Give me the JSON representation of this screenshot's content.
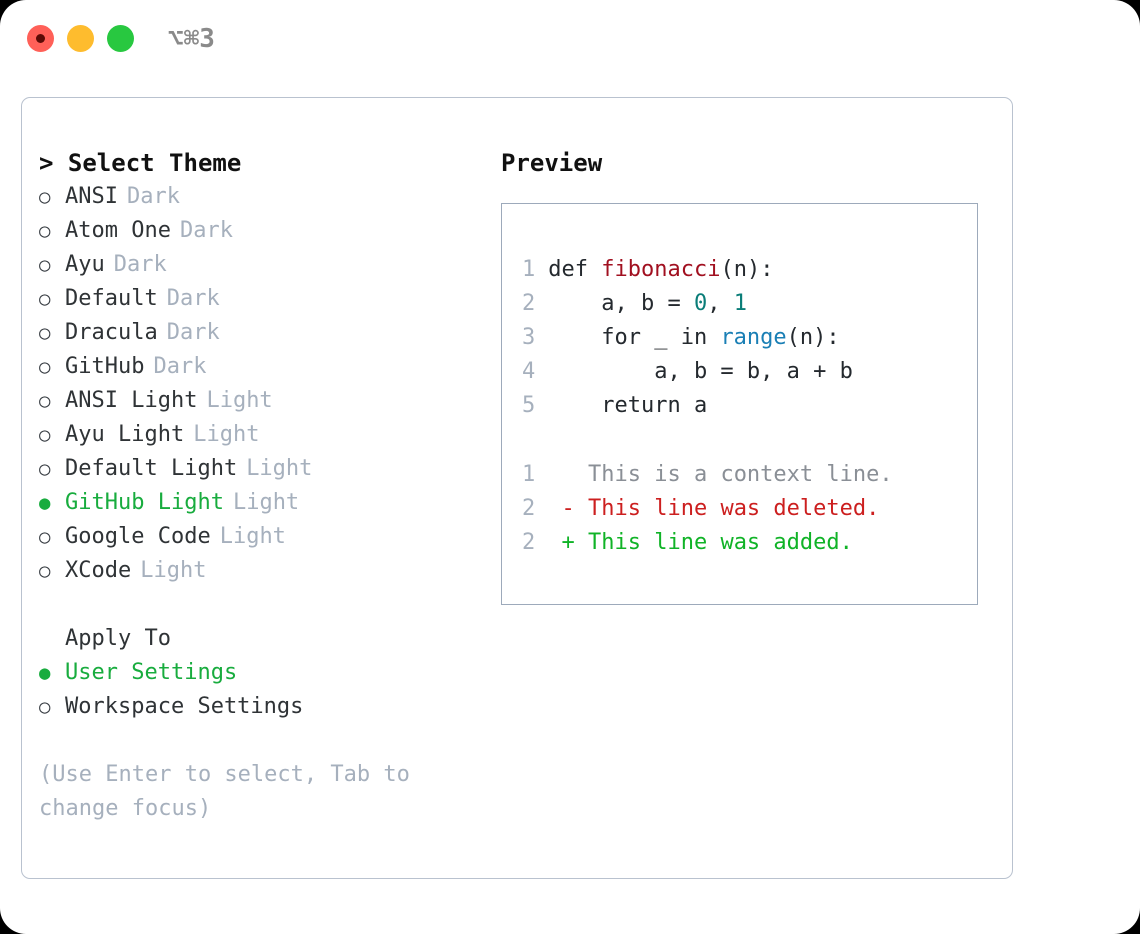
{
  "window": {
    "shortcut": "⌥⌘3",
    "traffic_lights": [
      "close-red",
      "minimize-yellow",
      "maximize-green"
    ]
  },
  "left": {
    "heading": "> Select Theme",
    "themes": [
      {
        "bullet": "○",
        "label": "ANSI",
        "tag": "Dark",
        "selected": false
      },
      {
        "bullet": "○",
        "label": "Atom One",
        "tag": "Dark",
        "selected": false
      },
      {
        "bullet": "○",
        "label": "Ayu",
        "tag": "Dark",
        "selected": false
      },
      {
        "bullet": "○",
        "label": "Default",
        "tag": "Dark",
        "selected": false
      },
      {
        "bullet": "○",
        "label": "Dracula",
        "tag": "Dark",
        "selected": false
      },
      {
        "bullet": "○",
        "label": "GitHub",
        "tag": "Dark",
        "selected": false
      },
      {
        "bullet": "○",
        "label": "ANSI Light",
        "tag": "Light",
        "selected": false
      },
      {
        "bullet": "○",
        "label": "Ayu Light",
        "tag": "Light",
        "selected": false
      },
      {
        "bullet": "○",
        "label": "Default Light",
        "tag": "Light",
        "selected": false
      },
      {
        "bullet": "●",
        "label": "GitHub Light",
        "tag": "Light",
        "selected": true
      },
      {
        "bullet": "○",
        "label": "Google Code",
        "tag": "Light",
        "selected": false
      },
      {
        "bullet": "○",
        "label": "XCode",
        "tag": "Light",
        "selected": false
      }
    ],
    "apply_to_heading": "Apply To",
    "apply_to": [
      {
        "bullet": "●",
        "label": "User Settings",
        "selected": true
      },
      {
        "bullet": "○",
        "label": "Workspace Settings",
        "selected": false
      }
    ],
    "hint": "(Use Enter to select, Tab to change focus)"
  },
  "preview": {
    "title": "Preview",
    "code_lines": [
      {
        "num": "1",
        "tokens": [
          {
            "t": "def ",
            "c": "def"
          },
          {
            "t": "fibonacci",
            "c": "fn"
          },
          {
            "t": "(n):",
            "c": "plain"
          }
        ]
      },
      {
        "num": "2",
        "tokens": [
          {
            "t": "    a, b = ",
            "c": "plain"
          },
          {
            "t": "0",
            "c": "num"
          },
          {
            "t": ", ",
            "c": "plain"
          },
          {
            "t": "1",
            "c": "num"
          }
        ]
      },
      {
        "num": "3",
        "tokens": [
          {
            "t": "    for _ in ",
            "c": "plain"
          },
          {
            "t": "range",
            "c": "builtin"
          },
          {
            "t": "(n):",
            "c": "plain"
          }
        ]
      },
      {
        "num": "4",
        "tokens": [
          {
            "t": "        a, b = b, a + b",
            "c": "plain"
          }
        ]
      },
      {
        "num": "5",
        "tokens": [
          {
            "t": "    return a",
            "c": "plain"
          }
        ]
      }
    ],
    "diff_lines": [
      {
        "num": "1",
        "marker": " ",
        "text": " This is a context line.",
        "kind": "context"
      },
      {
        "num": "2",
        "marker": "-",
        "text": " This line was deleted.",
        "kind": "del"
      },
      {
        "num": "2",
        "marker": "+",
        "text": " This line was added.",
        "kind": "add"
      }
    ]
  },
  "colors": {
    "accent_green": "#18ac3e",
    "muted": "#a6b0bd",
    "border": "#b9c2cf",
    "diff_add": "#10b327",
    "diff_del": "#cc1f1f",
    "syntax_function": "#a11020",
    "syntax_number": "#0a7d78",
    "syntax_builtin": "#1a7fb5"
  }
}
